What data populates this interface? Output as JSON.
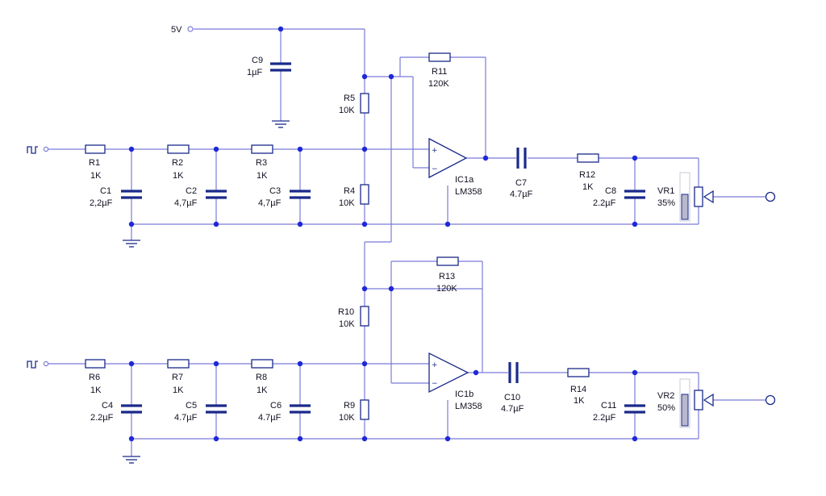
{
  "supply": {
    "label": "5V"
  },
  "components": {
    "R1": {
      "name": "R1",
      "value": "1K"
    },
    "R2": {
      "name": "R2",
      "value": "1K"
    },
    "R3": {
      "name": "R3",
      "value": "1K"
    },
    "R4": {
      "name": "R4",
      "value": "10K"
    },
    "R5": {
      "name": "R5",
      "value": "10K"
    },
    "R6": {
      "name": "R6",
      "value": "1K"
    },
    "R7": {
      "name": "R7",
      "value": "1K"
    },
    "R8": {
      "name": "R8",
      "value": "1K"
    },
    "R9": {
      "name": "R9",
      "value": "10K"
    },
    "R10": {
      "name": "R10",
      "value": "10K"
    },
    "R11": {
      "name": "R11",
      "value": "120K"
    },
    "R12": {
      "name": "R12",
      "value": "1K"
    },
    "R13": {
      "name": "R13",
      "value": "120K"
    },
    "R14": {
      "name": "R14",
      "value": "1K"
    },
    "C1": {
      "name": "C1",
      "value": "2,2µF"
    },
    "C2": {
      "name": "C2",
      "value": "4,7µF"
    },
    "C3": {
      "name": "C3",
      "value": "4,7µF"
    },
    "C4": {
      "name": "C4",
      "value": "2.2µF"
    },
    "C5": {
      "name": "C5",
      "value": "4.7µF"
    },
    "C6": {
      "name": "C6",
      "value": "4.7µF"
    },
    "C7": {
      "name": "C7",
      "value": "4.7µF"
    },
    "C8": {
      "name": "C8",
      "value": "2.2µF"
    },
    "C9": {
      "name": "C9",
      "value": "1µF"
    },
    "C10": {
      "name": "C10",
      "value": "4.7µF"
    },
    "C11": {
      "name": "C11",
      "value": "2.2µF"
    },
    "IC1a": {
      "name": "IC1a",
      "part": "LM358"
    },
    "IC1b": {
      "name": "IC1b",
      "part": "LM358"
    },
    "VR1": {
      "name": "VR1",
      "value": "35%",
      "position": 0.35
    },
    "VR2": {
      "name": "VR2",
      "value": "50%",
      "position": 0.5
    }
  },
  "opamp_pins": {
    "plus": "+",
    "minus": "−"
  }
}
